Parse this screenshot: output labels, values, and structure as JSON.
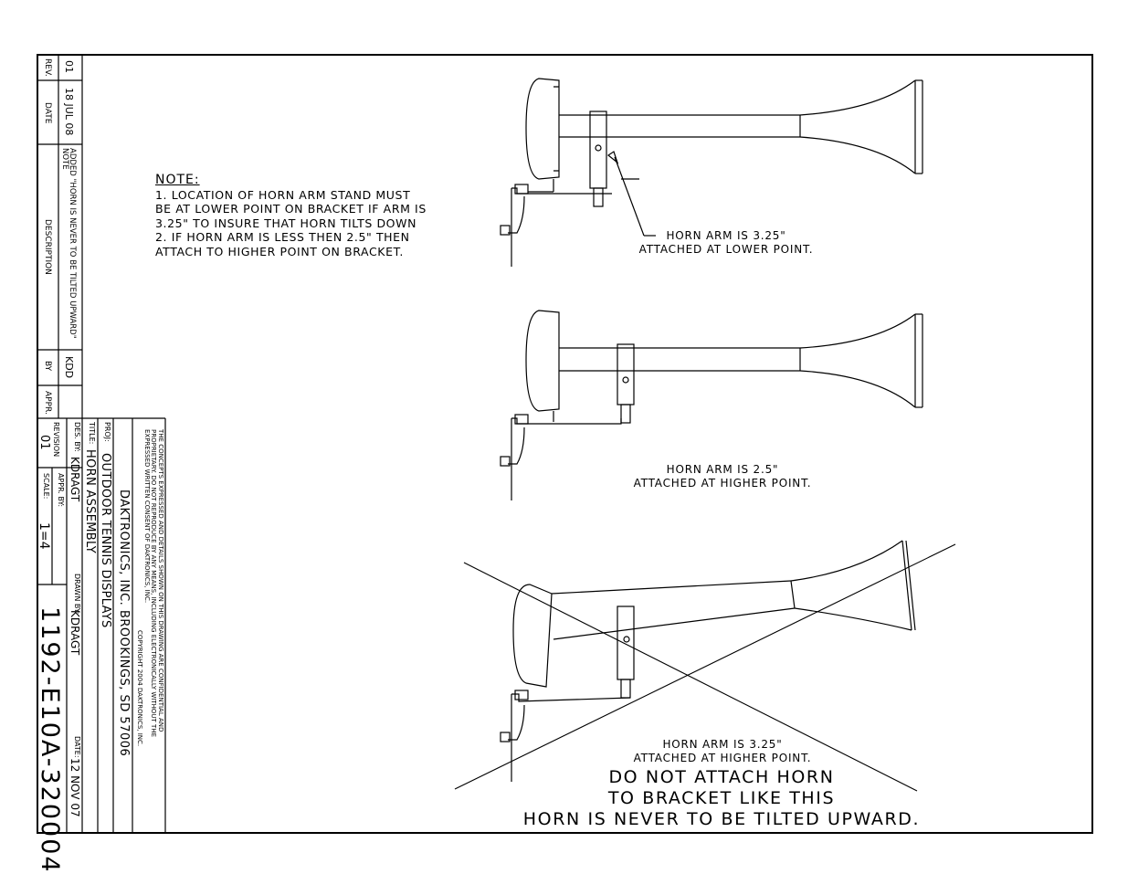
{
  "note": {
    "title": "NOTE:",
    "lines": [
      "1. LOCATION OF HORN ARM STAND MUST",
      "BE AT LOWER POINT ON BRACKET IF ARM IS",
      "3.25\" TO INSURE THAT HORN TILTS DOWN",
      "2. IF HORN ARM IS LESS THEN 2.5\" THEN",
      "ATTACH TO HIGHER POINT ON BRACKET."
    ]
  },
  "views": {
    "top_caption": [
      "HORN ARM IS 3.25\"",
      "ATTACHED AT LOWER POINT."
    ],
    "middle_caption": [
      "HORN ARM IS 2.5\"",
      "ATTACHED AT HIGHER POINT."
    ],
    "bottom_caption": [
      "HORN ARM IS 3.25\"",
      "ATTACHED AT HIGHER POINT."
    ],
    "warning": [
      "DO NOT ATTACH HORN",
      "TO BRACKET LIKE THIS",
      "HORN IS NEVER TO BE TILTED UPWARD."
    ]
  },
  "revision_table": {
    "headers": {
      "rev": "REV.",
      "date": "DATE",
      "description": "DESCRIPTION",
      "by": "BY",
      "appr": "APPR."
    },
    "row": {
      "rev": "01",
      "date": "18 JUL 08",
      "description_line1": "ADDED \"HORN IS NEVER TO BE TILTED UPWARD\"",
      "description_line2": "NOTE",
      "by": "KDD",
      "appr": ""
    }
  },
  "title_block": {
    "confidential": [
      "THE CONCEPTS EXPRESSED AND DETAILS SHOWN ON THIS DRAWING ARE CONFIDENTIAL AND",
      "PROPRIETARY. DO NOT REPRODUCE BY ANY MEANS, INCLUDING ELECTRONICALLY WITHOUT THE",
      "EXPRESSED WRITTEN CONSENT OF DAKTRONICS, INC.",
      "COPYRIGHT 2004 DAKTRONICS, INC."
    ],
    "company": "DAKTRONICS, INC.   BROOKINGS, SD 57006",
    "proj_label": "PROJ:",
    "proj": "OUTDOOR TENNIS DISPLAYS",
    "title_label": "TITLE:",
    "title": "HORN ASSEMBLY",
    "des_label": "DES. BY:",
    "des": "KDRAGT",
    "drawn_label": "DRAWN BY:",
    "drawn": "KDRAGT",
    "date_label": "DATE:",
    "date": "12 NOV 07",
    "revision_label": "REVISION",
    "revision": "01",
    "appr_label": "APPR. BY:",
    "scale_label": "SCALE:",
    "scale": "1=4",
    "drawing_number": "1192-E10A-320004"
  },
  "colors": {
    "line": "#000000",
    "background": "#ffffff"
  }
}
